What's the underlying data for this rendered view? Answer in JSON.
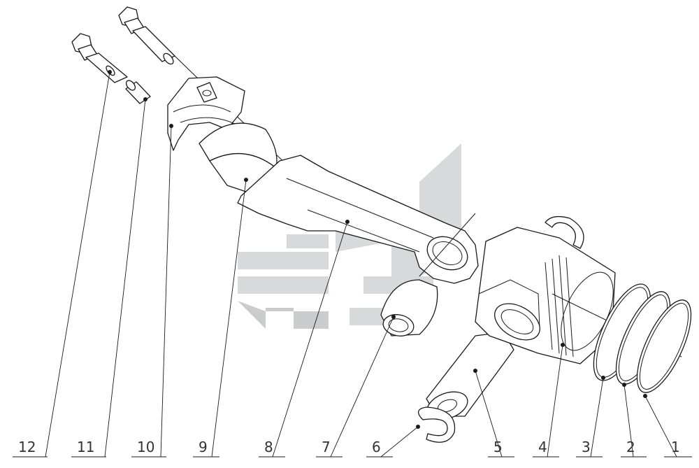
{
  "callouts": [
    {
      "id": "1",
      "label": "1"
    },
    {
      "id": "2",
      "label": "2"
    },
    {
      "id": "3",
      "label": "3"
    },
    {
      "id": "4",
      "label": "4"
    },
    {
      "id": "5",
      "label": "5"
    },
    {
      "id": "6",
      "label": "6"
    },
    {
      "id": "7",
      "label": "7"
    },
    {
      "id": "8",
      "label": "8"
    },
    {
      "id": "9",
      "label": "9"
    },
    {
      "id": "10",
      "label": "10"
    },
    {
      "id": "11",
      "label": "11"
    },
    {
      "id": "12",
      "label": "12"
    }
  ],
  "colors": {
    "line": "#1a1a1a",
    "watermark_light": "#b7bcbc",
    "watermark_dark": "#9ea5a5",
    "background": "#ffffff"
  }
}
